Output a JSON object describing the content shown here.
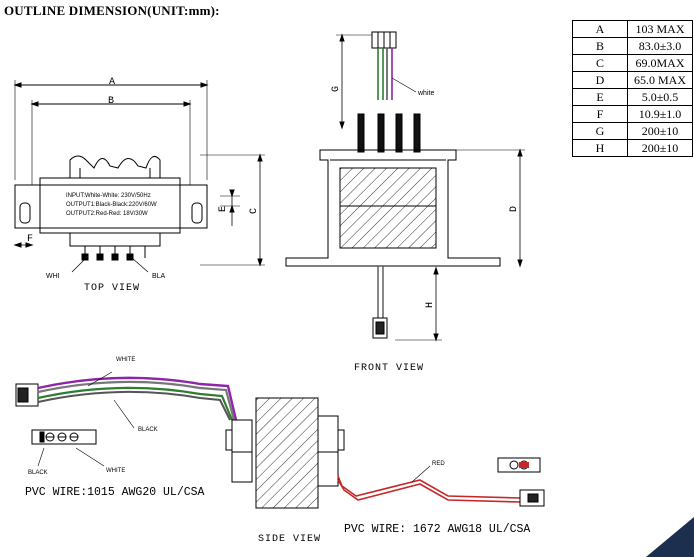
{
  "title": "OUTLINE DIMENSION(UNIT:mm):",
  "dimensions": [
    {
      "key": "A",
      "value": "103 MAX"
    },
    {
      "key": "B",
      "value": "83.0±3.0"
    },
    {
      "key": "C",
      "value": "69.0MAX"
    },
    {
      "key": "D",
      "value": "65.0 MAX"
    },
    {
      "key": "E",
      "value": "5.0±0.5"
    },
    {
      "key": "F",
      "value": "10.9±1.0"
    },
    {
      "key": "G",
      "value": "200±10"
    },
    {
      "key": "H",
      "value": "200±10"
    }
  ],
  "views": {
    "top": "TOP VIEW",
    "front": "FRONT VIEW",
    "side": "SIDE VIEW"
  },
  "label_text": {
    "line1": "INPUT:White-White: 230V/50Hz",
    "line2": "OUTPUT1:Black-Black:220V/60W",
    "line3": "OUTPUT2:Red-Red: 18V/30W"
  },
  "wires": {
    "whi": "WHI",
    "bla": "BLA",
    "white": "white",
    "white_caps": "WHITE",
    "black": "BLACK",
    "red": "RED"
  },
  "pvc": {
    "left": "PVC WIRE:1015 AWG20 UL/CSA",
    "right": "PVC WIRE: 1672 AWG18 UL/CSA"
  },
  "dim_letters": {
    "a": "A",
    "b": "B",
    "c": "C",
    "d": "D",
    "e": "E",
    "f": "F",
    "g": "G",
    "h": "H"
  }
}
